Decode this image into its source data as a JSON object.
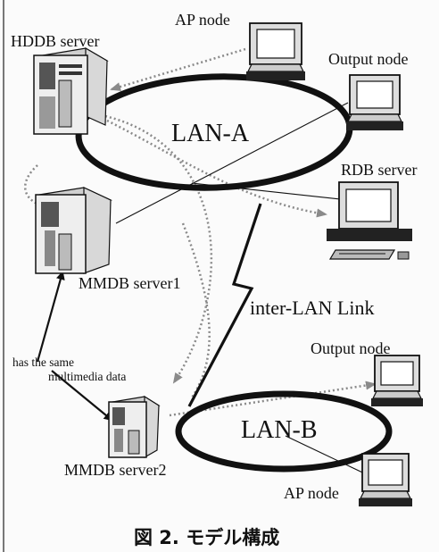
{
  "labels": {
    "hddb_server": "HDDB server",
    "ap_node_a": "AP node",
    "output_node_a": "Output node",
    "lan_a": "LAN-A",
    "rdb_server": "RDB server",
    "mmdb_server1": "MMDB server1",
    "inter_lan_link": "inter-LAN Link",
    "note_line1": "has the same",
    "note_line2": "multimedia data",
    "output_node_b": "Output node",
    "lan_b": "LAN-B",
    "mmdb_server2": "MMDB server2",
    "ap_node_b": "AP node"
  },
  "caption": "図 2.  モデル構成",
  "colors": {
    "ink": "#111111",
    "dotted_arrow": "#8a8a8a",
    "paper": "#fbfbfb"
  }
}
